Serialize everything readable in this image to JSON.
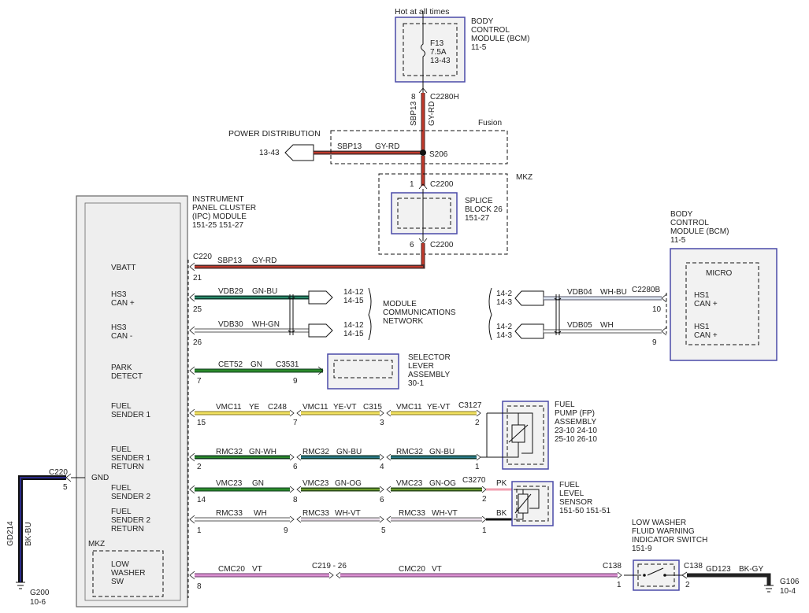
{
  "colors": {
    "GY-RD": "#c0392b",
    "GN-BU": "#1d6b5a",
    "WH-GN": "#d8e8d8",
    "GN": "#2a8a2a",
    "YE": "#f0e060",
    "YE-VT": "#f0e060",
    "GN-WH": "#2a8a2a",
    "GN-OG": "#3a8a2a",
    "WH": "#ffffff",
    "WH-VT": "#e8dce8",
    "VT": "#d98fd0",
    "BK-BU": "#1a1a5a",
    "BK-GY": "#222222",
    "WH-BU": "#dce4f0",
    "PK": "#f0a0b0",
    "BK": "#111111"
  },
  "bcm_top": {
    "supply": "Hot at all times",
    "title_lines": [
      "BODY",
      "CONTROL",
      "MODULE (BCM)",
      "11-5"
    ],
    "fuse_lines": [
      "F13",
      "7.5A",
      "13-43"
    ],
    "pin": "8",
    "connector": "C2280H",
    "circuit": "SBP13",
    "color": "GY-RD"
  },
  "power_dist": {
    "title": "POWER DISTRIBUTION",
    "ref": "13-43",
    "circuit": "SBP13",
    "color": "GY-RD",
    "splice": "S206",
    "variant": "Fusion"
  },
  "splice_block": {
    "variant": "MKZ",
    "title_lines": [
      "SPLICE",
      "BLOCK 26",
      "151-27"
    ],
    "top_pin": "1",
    "top_conn": "C2200",
    "bot_pin": "6",
    "bot_conn": "C2200"
  },
  "ipc": {
    "title_lines": [
      "INSTRUMENT",
      "PANEL CLUSTER",
      "(IPC) MODULE",
      "151-25  151-27"
    ],
    "labels": {
      "vbatt": "VBATT",
      "hs3p": [
        "HS3",
        "CAN +"
      ],
      "hs3m": [
        "HS3",
        "CAN -"
      ],
      "park": [
        "PARK",
        "DETECT"
      ],
      "fs1": [
        "FUEL",
        "SENDER 1"
      ],
      "fs1r": [
        "FUEL",
        "SENDER 1",
        "RETURN"
      ],
      "gnd": "GND",
      "fs2": [
        "FUEL",
        "SENDER 2"
      ],
      "fs2r": [
        "FUEL",
        "SENDER 2",
        "RETURN"
      ],
      "mkz": "MKZ",
      "lws": [
        "LOW",
        "WASHER",
        "SW"
      ]
    }
  },
  "wires": {
    "vbatt": {
      "conn": "C220",
      "pin": "21",
      "circuit": "SBP13",
      "color": "GY-RD"
    },
    "hs3p": {
      "pin": "25",
      "circuit": "VDB29",
      "color": "GN-BU",
      "refs": [
        "14-12",
        "14-15"
      ]
    },
    "hs3m": {
      "pin": "26",
      "circuit": "VDB30",
      "color": "WH-GN",
      "refs": [
        "14-12",
        "14-15"
      ]
    },
    "network_lines": [
      "MODULE",
      "COMMUNICATIONS",
      "NETWORK"
    ],
    "park": {
      "pin": "7",
      "circuit": "CET52",
      "color": "GN",
      "conn": "C3531",
      "pin2": "9"
    },
    "selector_lines": [
      "SELECTOR",
      "LEVER",
      "ASSEMBLY",
      "30-1"
    ],
    "fs1": {
      "pin": "15",
      "seg1": {
        "circuit": "VMC11",
        "color": "YE"
      },
      "c1": "C248",
      "p1": "7",
      "seg2": {
        "circuit": "VMC11",
        "color": "YE-VT"
      },
      "c2": "C315",
      "p2": "3",
      "seg3": {
        "circuit": "VMC11",
        "color": "YE-VT"
      },
      "c3": "C3127",
      "p3": "2"
    },
    "fs1r": {
      "pin": "2",
      "seg1": {
        "circuit": "RMC32",
        "color": "GN-WH"
      },
      "p1": "6",
      "seg2": {
        "circuit": "RMC32",
        "color": "GN-BU"
      },
      "p2": "4",
      "seg3": {
        "circuit": "RMC32",
        "color": "GN-BU"
      },
      "p3": "1"
    },
    "fs2": {
      "pin": "14",
      "seg1": {
        "circuit": "VMC23",
        "color": "GN"
      },
      "p1": "8",
      "seg2": {
        "circuit": "VMC23",
        "color": "GN-OG"
      },
      "p2": "6",
      "seg3": {
        "circuit": "VMC23",
        "color": "GN-OG"
      },
      "c3": "C3270",
      "p3": "2",
      "tail": "PK"
    },
    "fs2r": {
      "pin": "1",
      "seg1": {
        "circuit": "RMC33",
        "color": "WH"
      },
      "p1": "9",
      "seg2": {
        "circuit": "RMC33",
        "color": "WH-VT"
      },
      "p2": "5",
      "seg3": {
        "circuit": "RMC33",
        "color": "WH-VT"
      },
      "p3": "1",
      "tail": "BK"
    },
    "gnd": {
      "conn": "C220",
      "pin": "5",
      "circuit": "GD214",
      "color": "BK-BU",
      "ground": "G200",
      "ground_ref": "10-6"
    },
    "cmc": {
      "pin": "8",
      "seg1": {
        "circuit": "CMC20",
        "color": "VT"
      },
      "mid_conn": "C219 - 26",
      "seg2": {
        "circuit": "CMC20",
        "color": "VT"
      },
      "conn": "C138",
      "pin2": "1"
    },
    "gd123": {
      "conn": "C138",
      "pin": "2",
      "circuit": "GD123",
      "color": "BK-GY",
      "ground": "G106",
      "ground_ref": "10-4"
    }
  },
  "fuel_pump": {
    "lines": [
      "FUEL",
      "PUMP (FP)",
      "ASSEMBLY",
      "23-10  24-10",
      "25-10  26-10"
    ]
  },
  "fuel_level": {
    "lines": [
      "FUEL",
      "LEVEL",
      "SENSOR",
      "151-50  151-51"
    ]
  },
  "bcm_right": {
    "title_lines": [
      "BODY",
      "CONTROL",
      "MODULE (BCM)",
      "11-5"
    ],
    "micro": "MICRO",
    "hs1p": [
      "HS1",
      "CAN +"
    ],
    "hs1m": [
      "HS1",
      "CAN +"
    ],
    "conn": "C2280B",
    "top": {
      "pin": "10",
      "circuit": "VDB04",
      "color": "WH-BU",
      "refs": [
        "14-2",
        "14-3"
      ]
    },
    "bot": {
      "pin": "9",
      "circuit": "VDB05",
      "color": "WH",
      "refs": [
        "14-2",
        "14-3"
      ]
    }
  },
  "washer_switch": {
    "lines": [
      "LOW WASHER",
      "FLUID WARNING",
      "INDICATOR SWITCH",
      "151-9"
    ]
  }
}
